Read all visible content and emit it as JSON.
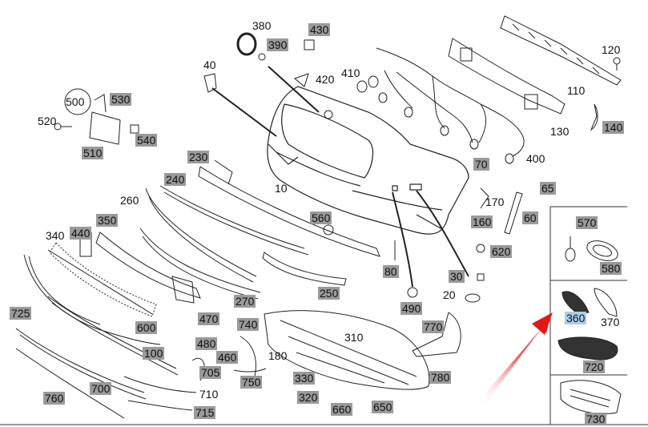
{
  "diagram": {
    "labels": {
      "l10": "10",
      "l20": "20",
      "l30": "30",
      "l40": "40",
      "l60": "60",
      "l65": "65",
      "l70": "70",
      "l80": "80",
      "l100": "100",
      "l110": "110",
      "l120": "120",
      "l130": "130",
      "l140": "140",
      "l160": "160",
      "l170": "170",
      "l180": "180",
      "l230": "230",
      "l240": "240",
      "l250": "250",
      "l260": "260",
      "l270": "270",
      "l310": "310",
      "l320": "320",
      "l330": "330",
      "l340": "340",
      "l350": "350",
      "l360": "360",
      "l370": "370",
      "l380": "380",
      "l390": "390",
      "l400": "400",
      "l410": "410",
      "l420": "420",
      "l430": "430",
      "l440": "440",
      "l460": "460",
      "l470": "470",
      "l480": "480",
      "l490": "490",
      "l500": "500",
      "l510": "510",
      "l520": "520",
      "l530": "530",
      "l540": "540",
      "l560": "560",
      "l570": "570",
      "l580": "580",
      "l600": "600",
      "l620": "620",
      "l650": "650",
      "l660": "660",
      "l700": "700",
      "l705": "705",
      "l710": "710",
      "l715": "715",
      "l720": "720",
      "l725": "725",
      "l730": "730",
      "l740": "740",
      "l750": "750",
      "l760": "760",
      "l770": "770",
      "l780": "780"
    },
    "colors": {
      "label_gray": "#9a9a9a",
      "highlight_blue": "#a9cde8",
      "arrow_red": "#e01818"
    },
    "icons": [
      "red-pointer-arrow"
    ]
  }
}
